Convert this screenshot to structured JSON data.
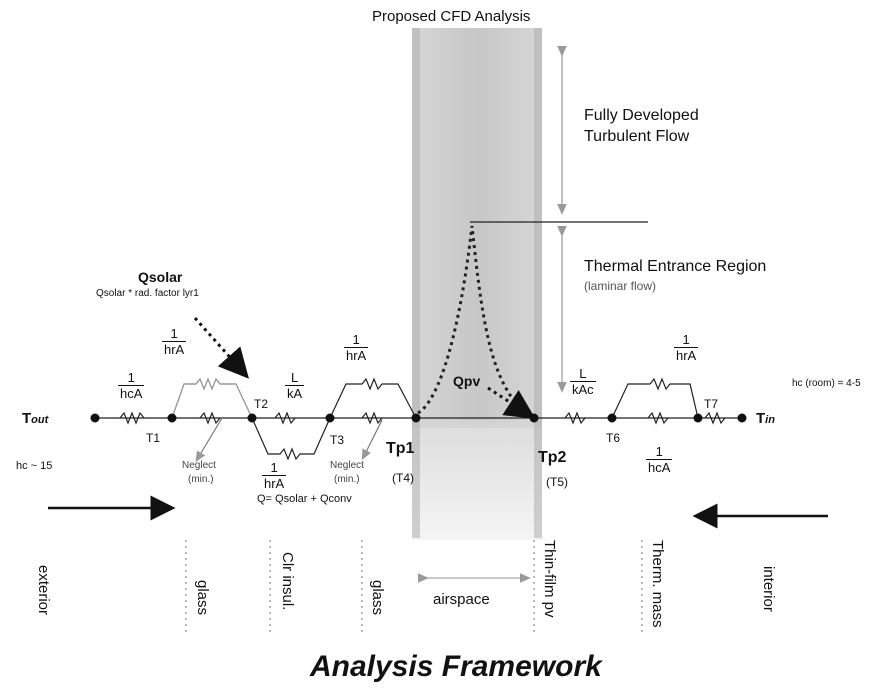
{
  "header": "Proposed CFD Analysis",
  "flow": {
    "upper": [
      "Fully Developed",
      "Turbulent Flow"
    ],
    "lower": "Thermal Entrance Region",
    "lower_note": "(laminar flow)"
  },
  "solar": {
    "title": "Qsolar",
    "note": "Qsolar * rad. factor lyr1"
  },
  "nodes": {
    "tout_a": "T",
    "tout_b": "out",
    "tin_a": "T",
    "tin_b": "in",
    "t1": "T1",
    "t2": "T2",
    "t3": "T3",
    "tp1": "Tp1",
    "tp1_alt": "(T4)",
    "tp2": "Tp2",
    "tp2_alt": "(T5)",
    "t6": "T6",
    "t7": "T7"
  },
  "resistors": {
    "r_out": [
      "1",
      "hcA"
    ],
    "r_glass1": [
      "1",
      "hrA"
    ],
    "r_insul_top": [
      "L",
      "kA"
    ],
    "r_insul_bot": [
      "1",
      "hrA"
    ],
    "r_glass2": [
      "1",
      "hrA"
    ],
    "r_pv": [
      "L",
      "kAc"
    ],
    "r_mass_top": [
      "1",
      "hrA"
    ],
    "r_mass_bot": [
      "1",
      "hcA"
    ]
  },
  "neglect": "Neglect",
  "neglect_sub": "(min.)",
  "qpv": "Qpv",
  "hc_left": "hc ~ 15",
  "hc_right": "hc (room) = 4-5",
  "q_eq": "Q= Qsolar + Qconv",
  "layers": {
    "exterior": "exterior",
    "glass1": "glass",
    "insul": "Clr insul.",
    "glass2": "glass",
    "airspace": "airspace",
    "pv": "Thin-film pv",
    "mass": "Therm. mass",
    "interior": "interior"
  },
  "footer": "Analysis Framework"
}
